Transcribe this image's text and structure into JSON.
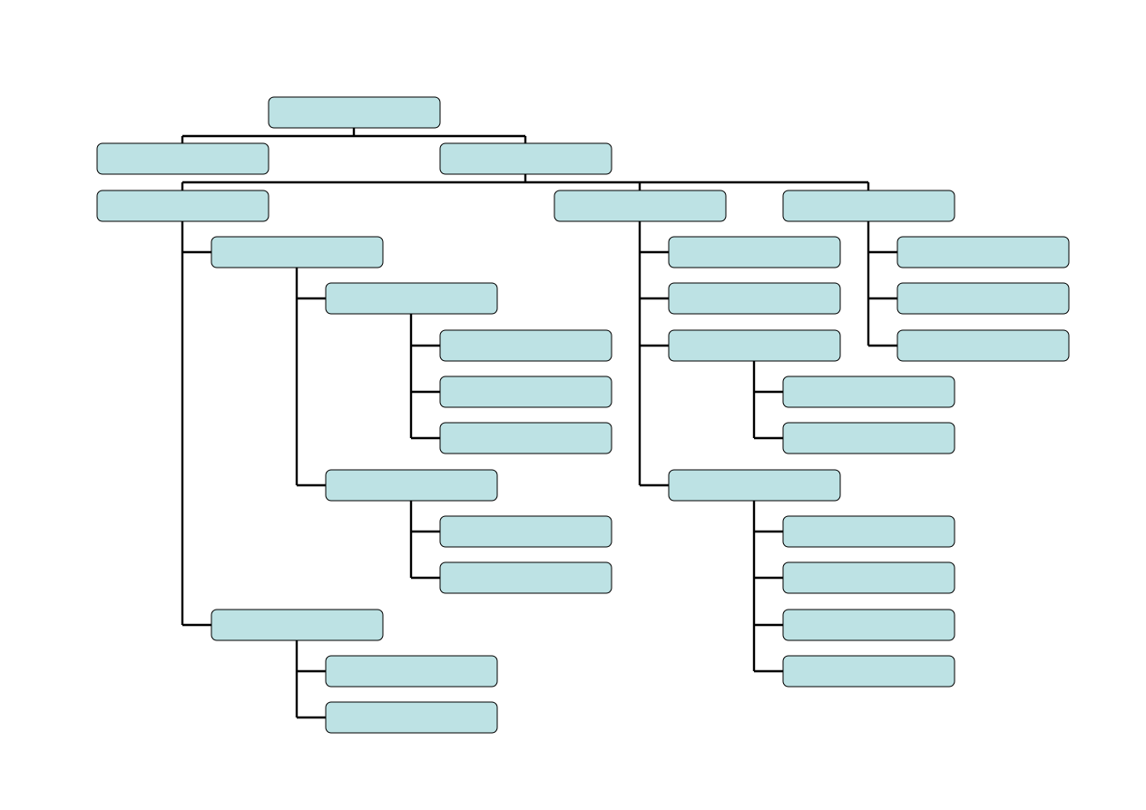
{
  "diagram": {
    "type": "org-chart",
    "colors": {
      "box_fill": "#bde2e4",
      "box_stroke": "#000000",
      "connector": "#000000"
    },
    "nodes": [
      {
        "id": "n1",
        "label": ""
      },
      {
        "id": "n2",
        "label": ""
      },
      {
        "id": "n3",
        "label": ""
      },
      {
        "id": "n4",
        "label": ""
      },
      {
        "id": "n5",
        "label": ""
      },
      {
        "id": "n6",
        "label": ""
      },
      {
        "id": "n7",
        "label": ""
      },
      {
        "id": "n8",
        "label": ""
      },
      {
        "id": "n9",
        "label": ""
      },
      {
        "id": "n10",
        "label": ""
      },
      {
        "id": "n11",
        "label": ""
      },
      {
        "id": "n12",
        "label": ""
      },
      {
        "id": "n13",
        "label": ""
      },
      {
        "id": "n14",
        "label": ""
      },
      {
        "id": "n15",
        "label": ""
      },
      {
        "id": "n16",
        "label": ""
      },
      {
        "id": "n17",
        "label": ""
      },
      {
        "id": "n18",
        "label": ""
      },
      {
        "id": "n19",
        "label": ""
      },
      {
        "id": "n20",
        "label": ""
      },
      {
        "id": "n21",
        "label": ""
      },
      {
        "id": "n22",
        "label": ""
      },
      {
        "id": "n23",
        "label": ""
      },
      {
        "id": "n24",
        "label": ""
      },
      {
        "id": "n25",
        "label": ""
      },
      {
        "id": "n26",
        "label": ""
      },
      {
        "id": "n27",
        "label": ""
      },
      {
        "id": "n28",
        "label": ""
      },
      {
        "id": "n29",
        "label": ""
      },
      {
        "id": "n30",
        "label": ""
      },
      {
        "id": "n31",
        "label": ""
      }
    ]
  }
}
